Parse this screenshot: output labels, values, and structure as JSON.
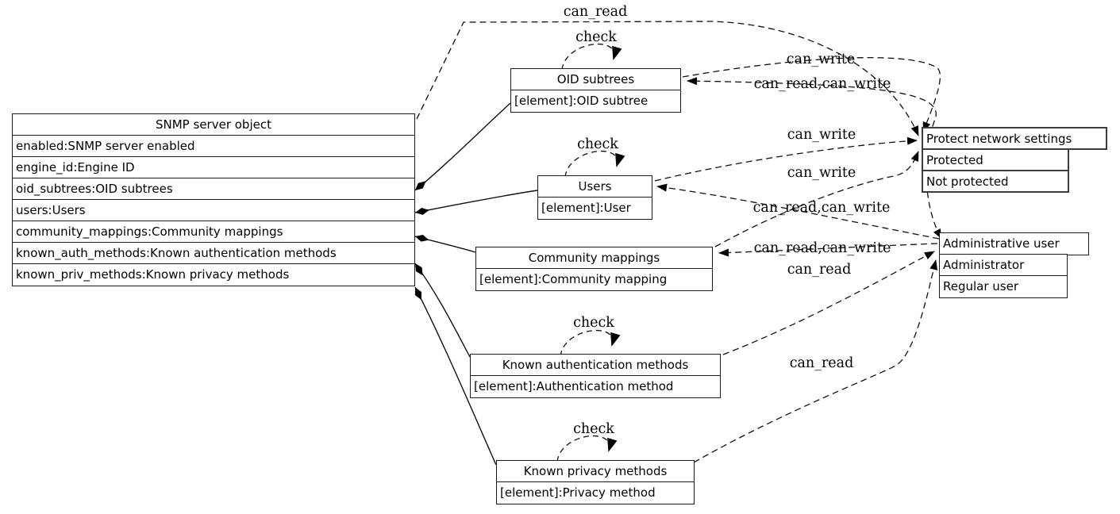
{
  "diagram": {
    "title_hint": "SNMP server object access model",
    "colors": {
      "background": "#ffffff",
      "line": "#000000",
      "text": "#000000"
    },
    "nodes": {
      "snmp_server": {
        "title": "SNMP server object",
        "rows": [
          "enabled:SNMP server enabled",
          "engine_id:Engine ID",
          "oid_subtrees:OID subtrees",
          "users:Users",
          "community_mappings:Community mappings",
          "known_auth_methods:Known authentication methods",
          "known_priv_methods:Known privacy methods"
        ]
      },
      "oid_subtrees": {
        "title": "OID subtrees",
        "rows": [
          "[element]:OID subtree"
        ]
      },
      "users": {
        "title": "Users",
        "rows": [
          "[element]:User"
        ]
      },
      "community_mappings": {
        "title": "Community mappings",
        "rows": [
          "[element]:Community mapping"
        ]
      },
      "known_auth_methods": {
        "title": "Known authentication methods",
        "rows": [
          "[element]:Authentication method"
        ]
      },
      "known_priv_methods": {
        "title": "Known privacy methods",
        "rows": [
          "[element]:Privacy method"
        ]
      },
      "protect_network_settings": {
        "title": "Protect network settings",
        "rows": [
          "Protected",
          "Not protected"
        ]
      },
      "administrative_user": {
        "title": "Administrative user",
        "rows": [
          "Administrator",
          "Regular user"
        ]
      }
    },
    "edge_labels": {
      "e1": "can_read",
      "e2": "can_write",
      "e3": "can_read,can_write",
      "e4": "can_write",
      "e5": "can_write",
      "e6": "can_read,can_write",
      "e7": "can_read,can_write",
      "e8": "can_read",
      "e9": "can_read",
      "check": "check"
    }
  }
}
